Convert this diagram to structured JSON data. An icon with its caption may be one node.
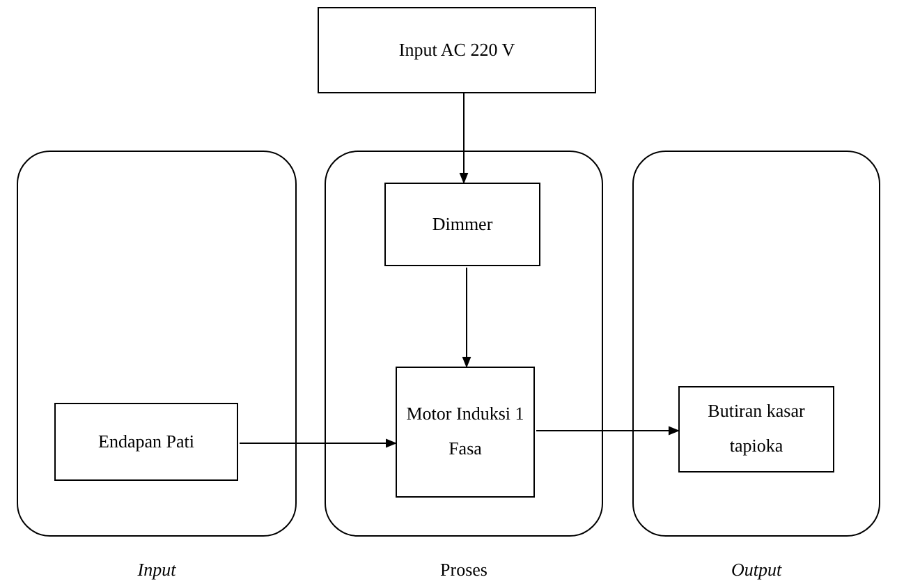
{
  "diagram": {
    "nodes": [
      {
        "text": [
          "Input AC 220 V"
        ]
      },
      {
        "text": [
          "Input"
        ]
      },
      {
        "text": [
          "Proses"
        ]
      },
      {
        "text": [
          "Output"
        ]
      },
      {
        "text": [
          "Dimmer"
        ],
        "in": 2
      },
      {
        "text": [
          "Endapan Pati"
        ],
        "in": 1
      },
      {
        "text": [
          "Motor Induksi 1 Fasa"
        ],
        "in": 2
      },
      {
        "text": [
          "Butiran kasar tapioka"
        ],
        "in": 3
      }
    ],
    "edges": [
      {
        "from": 0,
        "to": 4,
        "arrow": "to"
      },
      {
        "from": 4,
        "to": 6,
        "arrow": "to"
      },
      {
        "from": 5,
        "to": 6,
        "arrow": "to"
      },
      {
        "from": 6,
        "to": 7,
        "arrow": "to"
      }
    ]
  }
}
